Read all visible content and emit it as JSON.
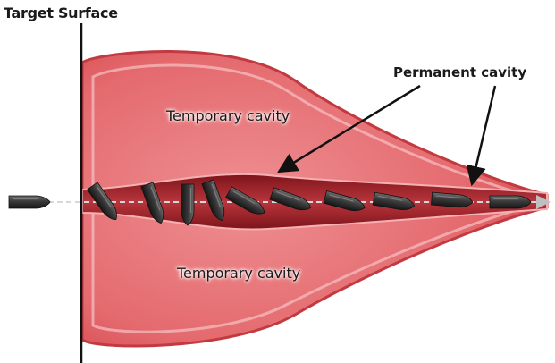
{
  "labels": {
    "target_surface": "Target Surface",
    "temporary_cavity_top": "Temporary cavity",
    "temporary_cavity_bottom": "Temporary cavity",
    "permanent_cavity": "Permanent cavity"
  },
  "colors": {
    "cavity_fill": "#e46a6e",
    "cavity_edge": "#c23a40",
    "cavity_glow": "#f7c2c4",
    "channel": "#9a1e25",
    "bullet": "#2e2e2e",
    "line": "#111111",
    "trajectory": "#d8d8d8"
  },
  "icons": {
    "bullet": "bullet-icon",
    "trajectory_arrow": "arrow-icon"
  },
  "bullet_orientations_deg": [
    0,
    55,
    70,
    90,
    70,
    30,
    20,
    15,
    10,
    5,
    0
  ]
}
